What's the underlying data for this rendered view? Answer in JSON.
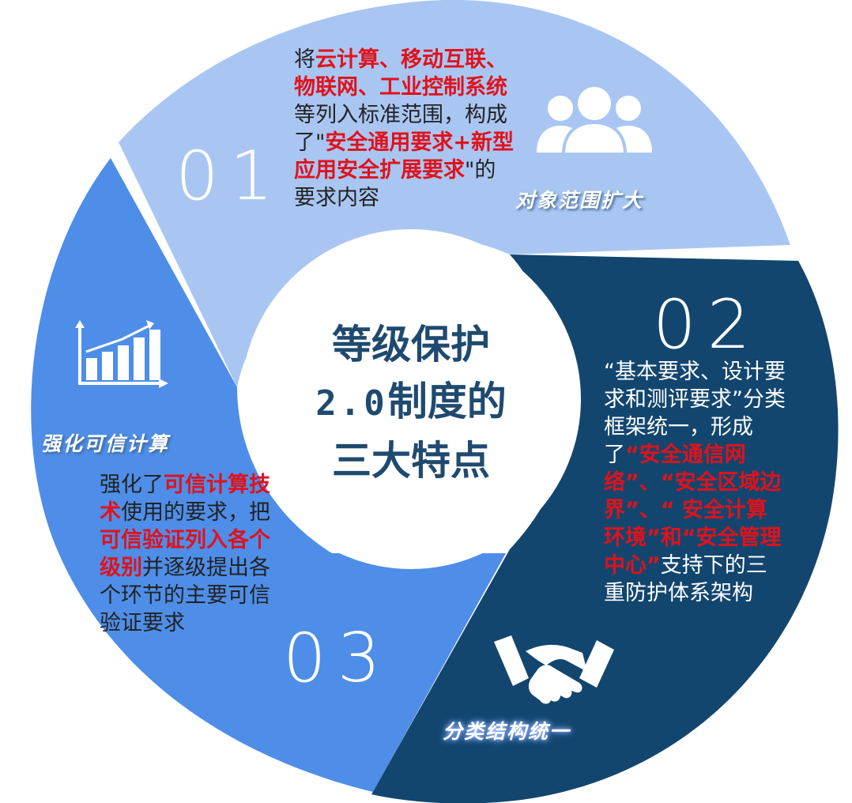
{
  "center": {
    "line1": "等级保护",
    "line2_num": "2.0",
    "line2_text": "制度的",
    "line3": "三大特点"
  },
  "segments": [
    {
      "number": "01",
      "label": "对象范围扩大",
      "icon": "users-icon",
      "color": "#a9c6f3",
      "text_parts": [
        {
          "t": "将",
          "hl": false
        },
        {
          "t": "云计算、移动互联、物联网、工业控制系统",
          "hl": true
        },
        {
          "t": "等列入标准范围，构成了\"",
          "hl": false
        },
        {
          "t": "安全通用要求+新型应用安全扩展要求",
          "hl": true
        },
        {
          "t": "\"的要求内容",
          "hl": false
        }
      ]
    },
    {
      "number": "02",
      "label": "分类结构统一",
      "icon": "handshake-icon",
      "color": "#12466f",
      "text_parts": [
        {
          "t": "“基本要求、设计要求和测评要求”分类框架统一，形成了",
          "hl": false
        },
        {
          "t": "“安全通信网络”、“安全区域边界”、“ 安全计算环境”和“安全管理中心”",
          "hl": true
        },
        {
          "t": "支持下的三重防护体系架构",
          "hl": false
        }
      ]
    },
    {
      "number": "03",
      "label": "强化可信计算",
      "icon": "bar-chart-icon",
      "color": "#4e8ee8",
      "text_parts": [
        {
          "t": "强化了",
          "hl": false
        },
        {
          "t": "可信计算技术",
          "hl": true
        },
        {
          "t": "使用的要求，把",
          "hl": false
        },
        {
          "t": "可信验证列入各个级别",
          "hl": true
        },
        {
          "t": "并逐级提出各个环节的主要可信验证要求",
          "hl": false
        }
      ]
    }
  ],
  "colors": {
    "highlight": "#e0121b",
    "center_text": "#1f4a70",
    "segment1": "#a9c6f3",
    "segment2": "#12466f",
    "segment3": "#4e8ee8"
  }
}
